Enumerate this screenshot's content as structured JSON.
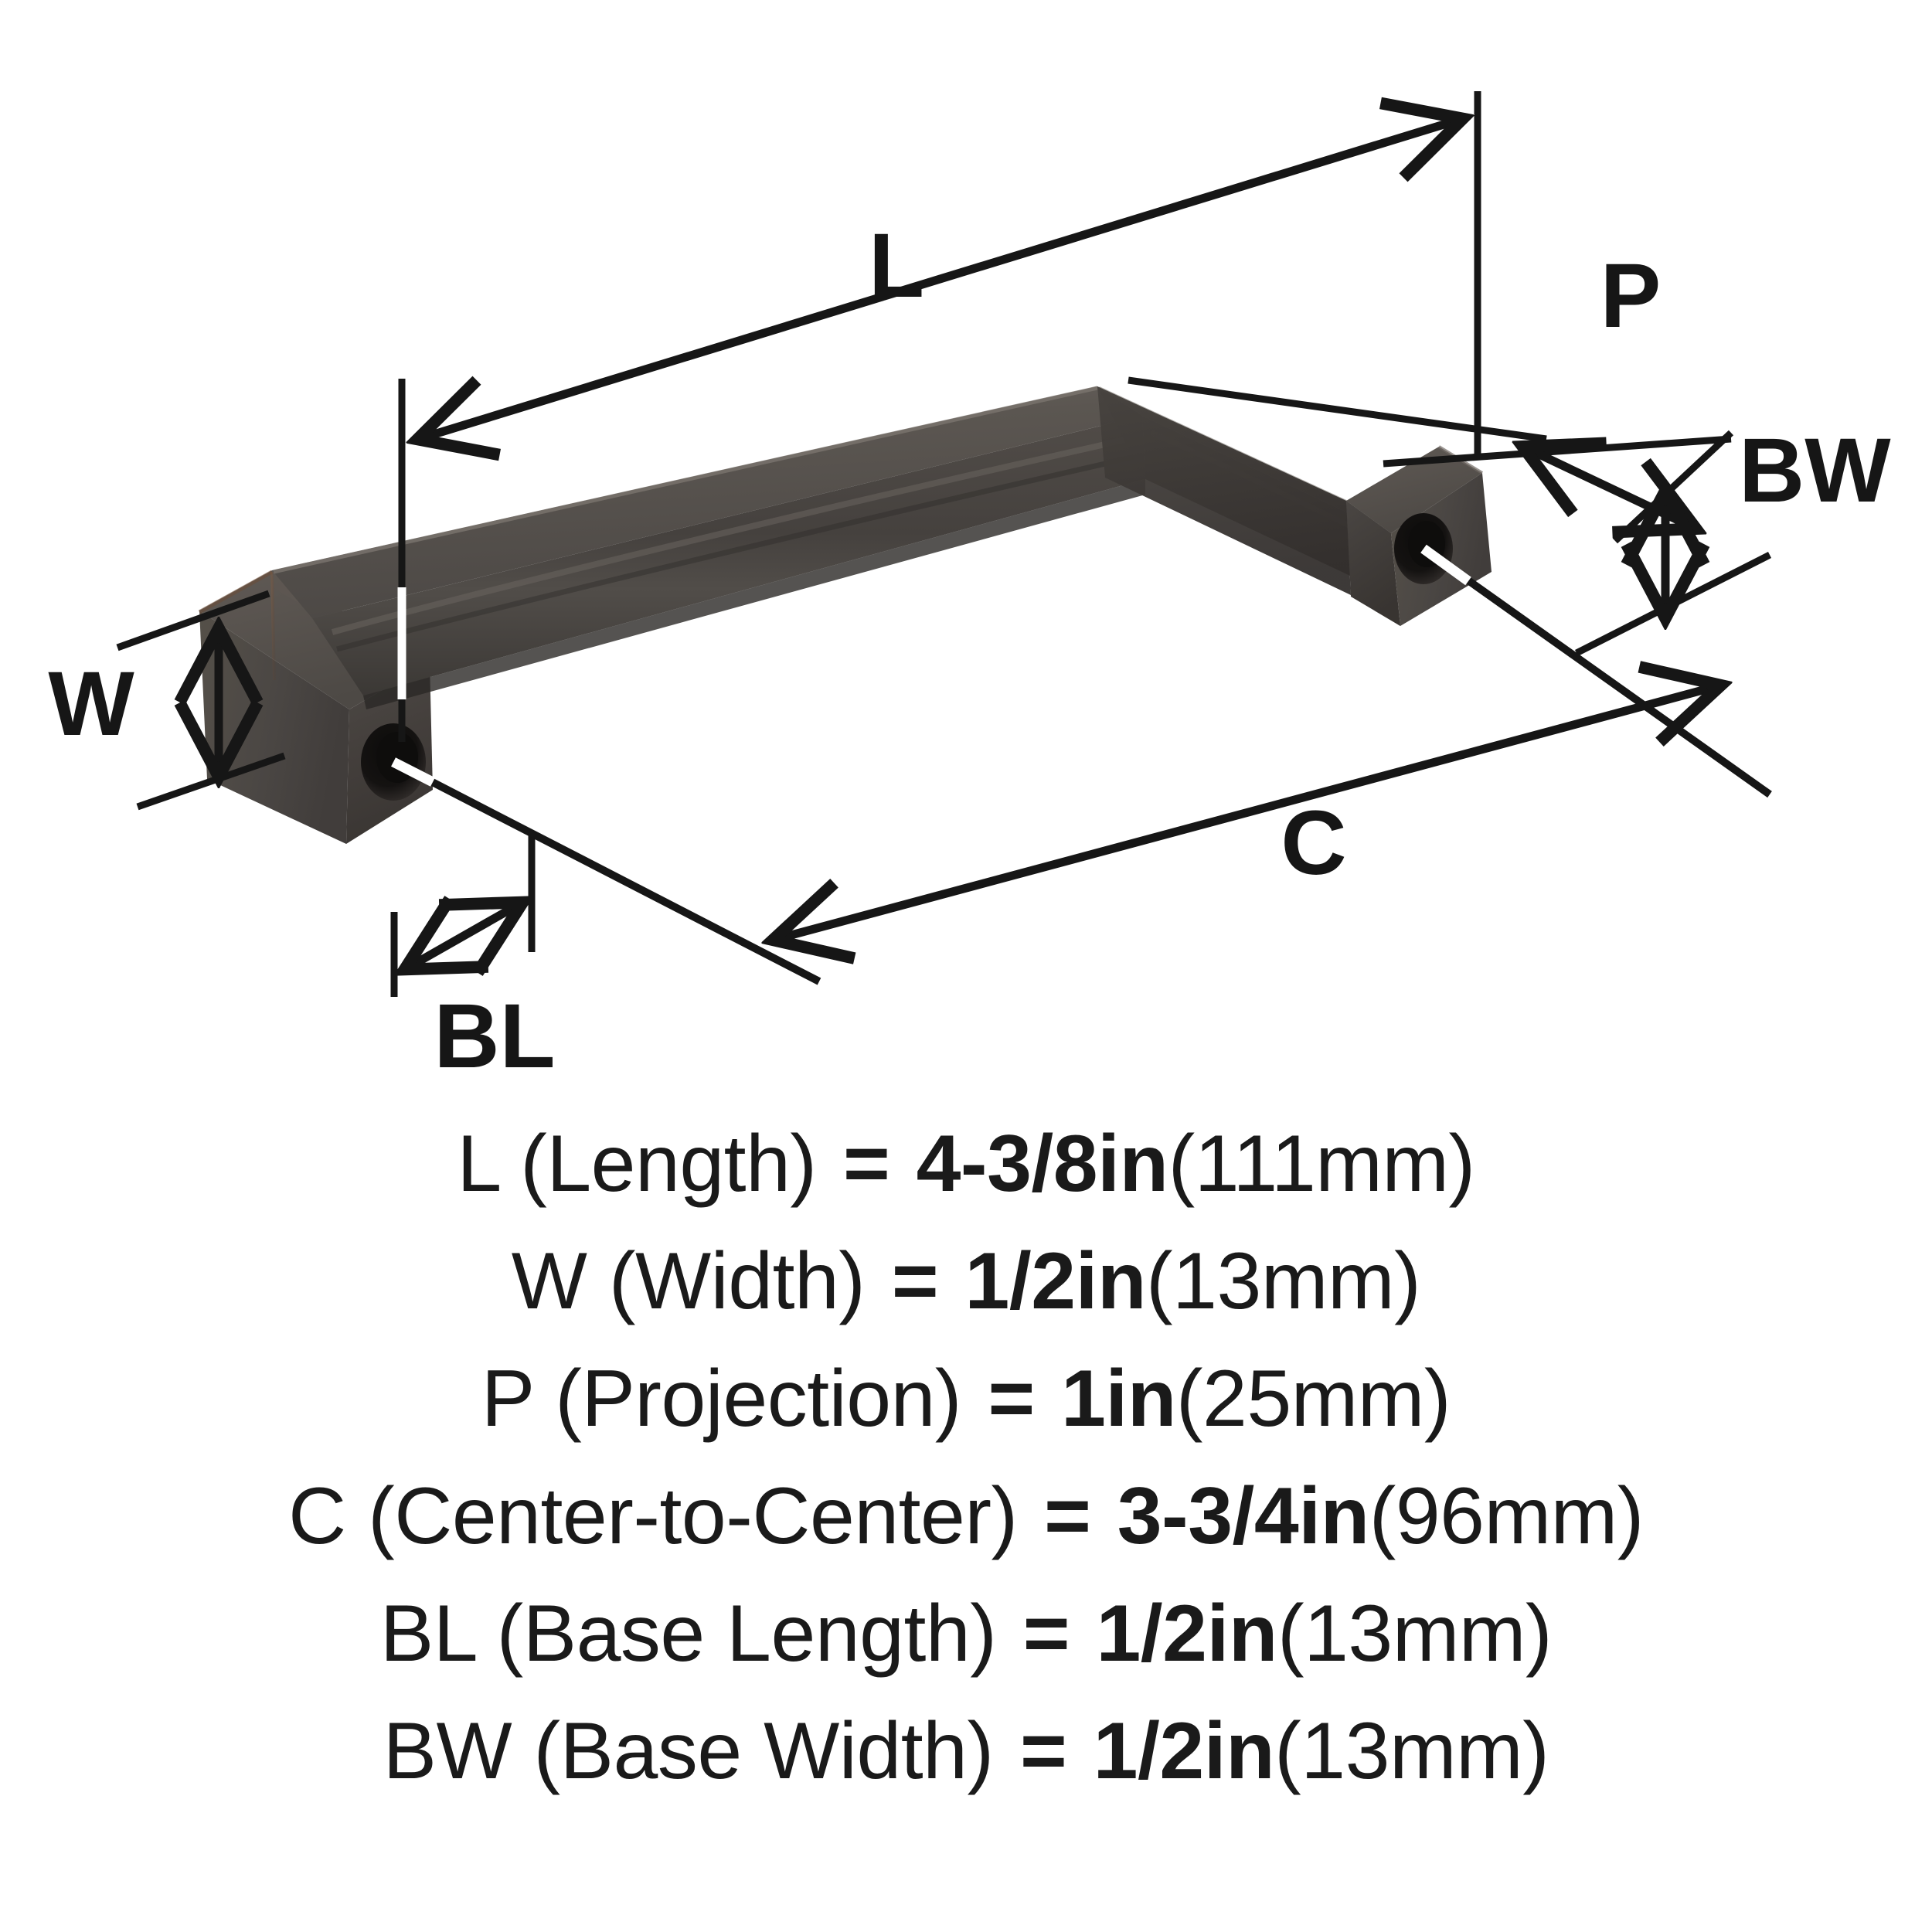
{
  "product": {
    "type": "cabinet-pull-handle",
    "finish_name": "oil-rubbed-bronze",
    "colors": {
      "body_light": "#57524e",
      "body_mid": "#4a4643",
      "body_dark": "#3c3836",
      "body_darkest": "#2e2b29",
      "highlight": "#6b6560",
      "hole_dark": "#141211",
      "warm_edge": "#6a4b3a",
      "line": "#161616",
      "background": "#ffffff"
    }
  },
  "diagram": {
    "labels": {
      "length": "L",
      "width": "W",
      "projection": "P",
      "center_to_center": "C",
      "base_length": "BL",
      "base_width": "BW"
    }
  },
  "specs": [
    {
      "key": "L",
      "label": "L (Length)",
      "equals": "=",
      "value_in": "4-3/8in",
      "value_mm": "(111mm)"
    },
    {
      "key": "W",
      "label": "W (Width)",
      "equals": "=",
      "value_in": "1/2in",
      "value_mm": "(13mm)"
    },
    {
      "key": "P",
      "label": "P (Projection)",
      "equals": "=",
      "value_in": "1in",
      "value_mm": "(25mm)"
    },
    {
      "key": "C",
      "label": "C (Center-to-Center)",
      "equals": "=",
      "value_in": "3-3/4in",
      "value_mm": "(96mm)"
    },
    {
      "key": "BL",
      "label": "BL (Base Length)",
      "equals": "=",
      "value_in": "1/2in",
      "value_mm": "(13mm)"
    },
    {
      "key": "BW",
      "label": "BW (Base Width)",
      "equals": "=",
      "value_in": "1/2in",
      "value_mm": "(13mm)"
    }
  ]
}
